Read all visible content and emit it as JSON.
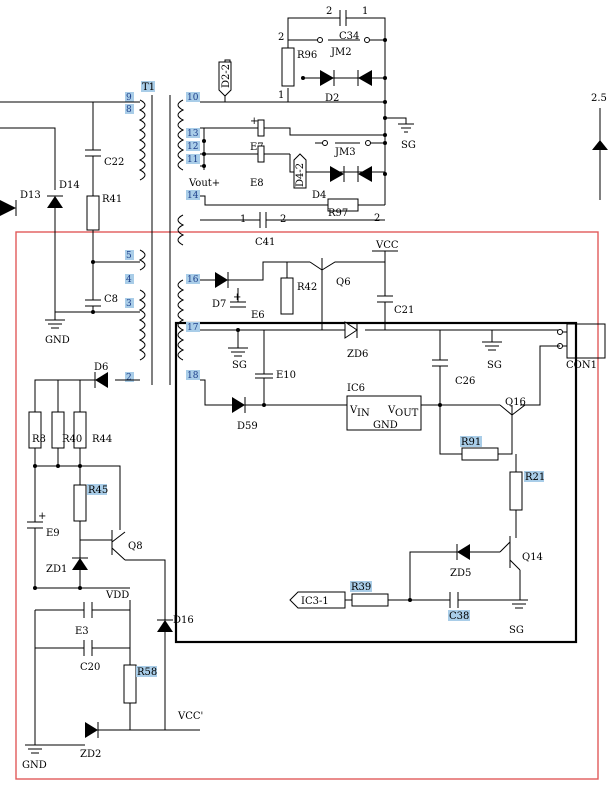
{
  "labels": {
    "C34": "C34",
    "R96": "R96",
    "JM2": "JM2",
    "D2": "D2",
    "D2_2": "D2-2",
    "T1": "T1",
    "E7": "E7",
    "E8": "E8",
    "JM3": "JM3",
    "D4": "D4",
    "D4_2": "D4-2",
    "Vout": "Vout+",
    "SG": "SG",
    "R97": "R97",
    "C41": "C41",
    "VCC": "VCC",
    "Q6": "Q6",
    "R42": "R42",
    "C21": "C21",
    "D7": "D7",
    "E6": "E6",
    "ZD6": "ZD6",
    "CON1": "CON1",
    "IC6": "IC6",
    "VIN": "V",
    "VIN_sub": "IN",
    "VOUT": "V",
    "VOUT_sub": "OUT",
    "GND": "GND",
    "C26": "C26",
    "Q16": "Q16",
    "D59": "D59",
    "E10": "E10",
    "R91": "R91",
    "R21": "R21",
    "ZD5": "ZD5",
    "Q14": "Q14",
    "IC3_1": "IC3-1",
    "R39": "R39",
    "C38": "C38",
    "C22": "C22",
    "D13": "D13",
    "D14": "D14",
    "R41": "R41",
    "C8": "C8",
    "D6": "D6",
    "R8": "R8",
    "R40": "R40",
    "R44": "R44",
    "R45": "R45",
    "E9": "E9",
    "Q8": "Q8",
    "ZD1": "ZD1",
    "VDD": "VDD",
    "E3": "E3",
    "C20": "C20",
    "D16": "D16",
    "R58": "R58",
    "ZD2": "ZD2",
    "VCC_prime": "VCC'",
    "GND2": "GND",
    "partial": "2.5"
  },
  "pins": {
    "t9": "9",
    "t8": "8",
    "t10": "10",
    "t13": "13",
    "t12": "12",
    "t11": "11",
    "t14": "14",
    "t5": "5",
    "t4": "4",
    "t3": "3",
    "t2": "2",
    "t16": "16",
    "t17": "17",
    "t18": "18",
    "n1": "1",
    "n2": "2",
    "n3": "3",
    "n11": "11",
    "plus": "+"
  },
  "colors": {
    "highlight": "#a9cde8",
    "region_border": "#e05a5a",
    "box_border": "#000000"
  }
}
